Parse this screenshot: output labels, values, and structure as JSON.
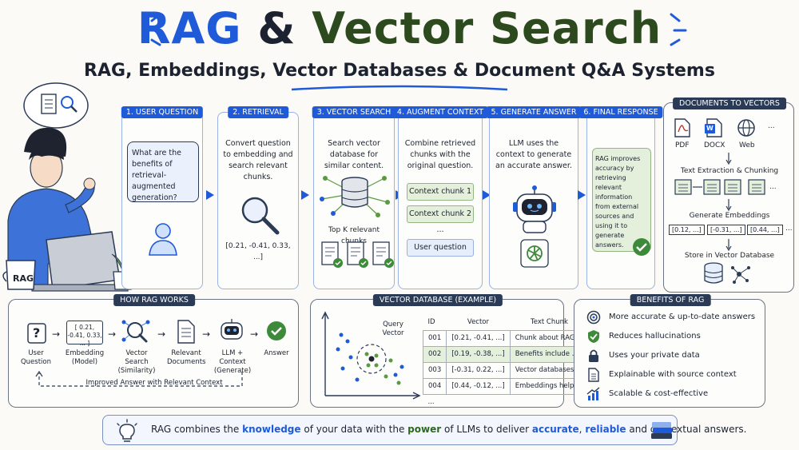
{
  "title": {
    "part1": "RAG",
    "part2": "&",
    "part3": "Vector Search"
  },
  "subtitle": "RAG, Embeddings, Vector Databases & Document Q&A Systems",
  "mug_label": "RAG",
  "steps": [
    {
      "header": "1. USER QUESTION",
      "text": "What are the benefits of retrieval-augmented generation?"
    },
    {
      "header": "2. RETRIEVAL",
      "text": "Convert question to embedding and search relevant chunks.",
      "vector": "[0.21, -0.41, 0.33, ...]"
    },
    {
      "header": "3. VECTOR SEARCH",
      "text": "Search vector database for similar content.",
      "topk": "Top K relevant chunks"
    },
    {
      "header": "4. AUGMENT CONTEXT",
      "text": "Combine retrieved chunks with the original question.",
      "chunk1": "Context chunk 1",
      "chunk2": "Context chunk 2",
      "ellipsis": "...",
      "user_q": "User question"
    },
    {
      "header": "5. GENERATE ANSWER",
      "text": "LLM uses the context to generate an accurate answer."
    },
    {
      "header": "6. FINAL RESPONSE",
      "text": "RAG improves accuracy by retrieving relevant information from external sources and using it to generate answers."
    }
  ],
  "docs_to_vectors": {
    "header": "DOCUMENTS TO VECTORS",
    "pdf": "PDF",
    "docx": "DOCX",
    "web": "Web",
    "more": "...",
    "doc_badge": "W",
    "extract": "Text Extraction & Chunking",
    "embed": "Generate Embeddings",
    "vectors": [
      "[0.12, ...]",
      "[-0.31, ...]",
      "[0.44, ...]",
      "..."
    ],
    "store": "Store in Vector Database"
  },
  "how_rag": {
    "header": "HOW RAG WORKS",
    "question_mark": "?",
    "embedding_box": "[ 0.21, -0.41, 0.33, ... ]",
    "labels": [
      "User Question",
      "Embedding (Model)",
      "Vector Search (Similarity)",
      "Relevant Documents",
      "LLM + Context (Generate)",
      "Answer"
    ],
    "loop": "Improved Answer with Relevant Context"
  },
  "vector_db": {
    "header": "VECTOR DATABASE (EXAMPLE)",
    "query_label": "Query Vector",
    "columns": [
      "ID",
      "Vector",
      "Text Chunk"
    ],
    "rows": [
      [
        "001",
        "[0.21, -0.41, ...]",
        "Chunk about RAG ..."
      ],
      [
        "002",
        "[0.19, -0.38, ...]",
        "Benefits include ..."
      ],
      [
        "003",
        "[-0.31, 0.22, ...]",
        "Vector databases ..."
      ],
      [
        "004",
        "[0.44, -0.12, ...]",
        "Embeddings help ..."
      ]
    ],
    "more": "..."
  },
  "benefits": {
    "header": "BENEFITS OF RAG",
    "items": [
      "More accurate & up-to-date answers",
      "Reduces hallucinations",
      "Uses your private data",
      "Explainable with source context",
      "Scalable & cost-effective"
    ]
  },
  "footer": {
    "p1": "RAG combines the ",
    "knowledge": "knowledge",
    "p2": " of your data with the ",
    "power": "power",
    "p3": " of LLMs to deliver ",
    "accurate": "accurate",
    "comma": ", ",
    "reliable": "reliable",
    "p4": " and contextual answers."
  },
  "colors": {
    "blue": "#1f5bd8",
    "dark": "#2b3a55",
    "green": "#2c4a1e",
    "check": "#3c8a3a"
  }
}
